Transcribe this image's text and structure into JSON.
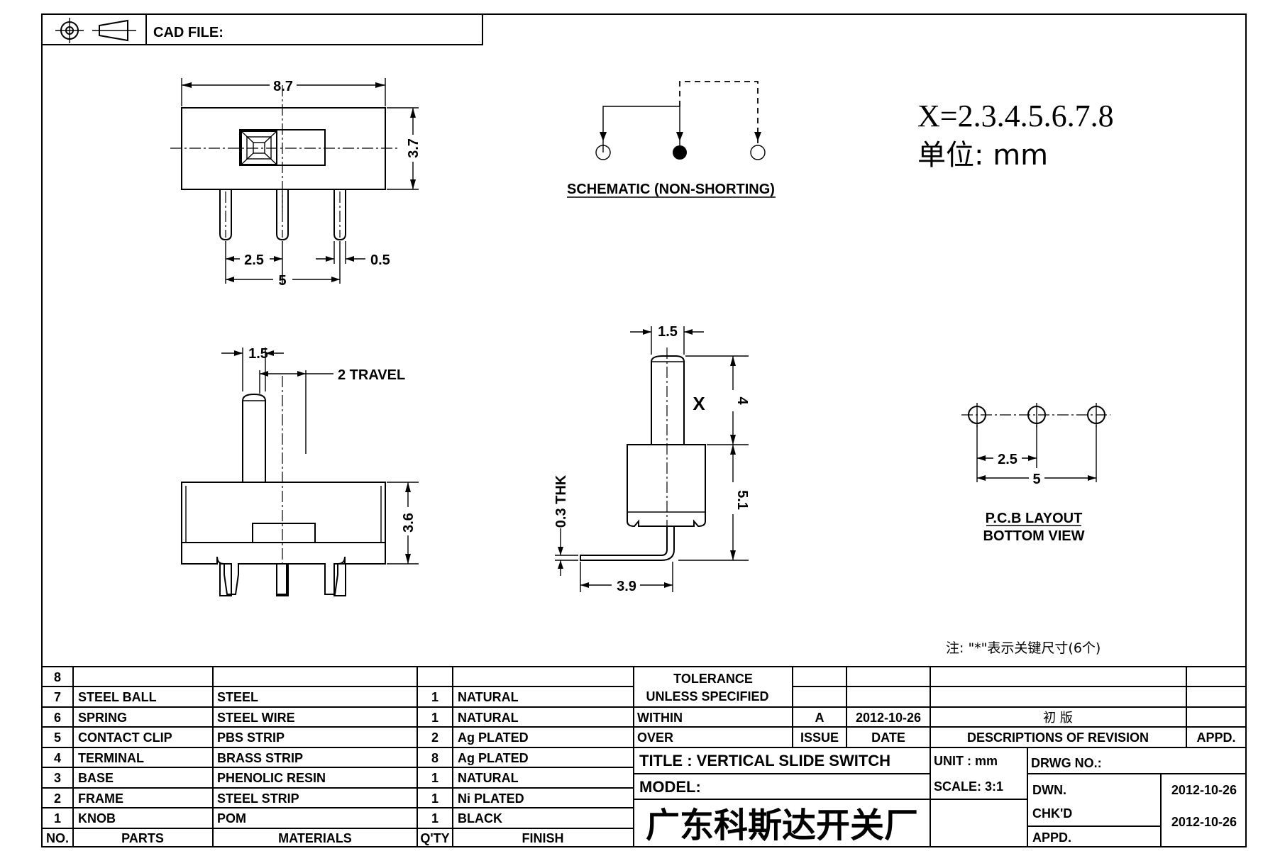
{
  "header": {
    "cad_file_label": "CAD FILE:"
  },
  "front_view": {
    "dim_width": "8.7",
    "dim_height": "3.7",
    "dim_pitch": "2.5",
    "dim_pin": "0.5",
    "dim_span": "5"
  },
  "schematic": {
    "label": "SCHEMATIC (NON-SHORTING)"
  },
  "note_x": {
    "line1": "X=2.3.4.5.6.7.8",
    "line2": "单位: mm"
  },
  "side_view": {
    "dim_knob": "1.5",
    "travel_label": "2 TRAVEL",
    "dim_height": "3.6"
  },
  "vertical_view": {
    "dim_knob": "1.5",
    "x_label": "X",
    "dim_4": "4",
    "dim_51": "5.1",
    "dim_thk": "0.3 THK",
    "dim_39": "3.9"
  },
  "pcb": {
    "dim_pitch": "2.5",
    "dim_span": "5",
    "label1": "P.C.B LAYOUT",
    "label2": "BOTTOM VIEW"
  },
  "key_note": "注: \"*\"表示关键尺寸(6个)",
  "bom": {
    "rows": [
      {
        "no": "8",
        "part": "",
        "material": "",
        "qty": "",
        "finish": ""
      },
      {
        "no": "7",
        "part": "STEEL BALL",
        "material": "STEEL",
        "qty": "1",
        "finish": "NATURAL"
      },
      {
        "no": "6",
        "part": "SPRING",
        "material": "STEEL WIRE",
        "qty": "1",
        "finish": "NATURAL"
      },
      {
        "no": "5",
        "part": "CONTACT CLIP",
        "material": "PBS STRIP",
        "qty": "2",
        "finish": "Ag PLATED"
      },
      {
        "no": "4",
        "part": "TERMINAL",
        "material": "BRASS STRIP",
        "qty": "8",
        "finish": "Ag PLATED"
      },
      {
        "no": "3",
        "part": "BASE",
        "material": "PHENOLIC RESIN",
        "qty": "1",
        "finish": "NATURAL"
      },
      {
        "no": "2",
        "part": "FRAME",
        "material": "STEEL STRIP",
        "qty": "1",
        "finish": "Ni PLATED"
      },
      {
        "no": "1",
        "part": "KNOB",
        "material": "POM",
        "qty": "1",
        "finish": "BLACK"
      }
    ],
    "headers": {
      "no": "NO.",
      "parts": "PARTS",
      "materials": "MATERIALS",
      "qty": "Q'TY",
      "finish": "FINISH"
    }
  },
  "tolerance": {
    "l1": "TOLERANCE",
    "l2": "UNLESS  SPECIFIED",
    "within": "WITHIN",
    "over": "OVER"
  },
  "revision": {
    "issue_value": "A",
    "date_value": "2012-10-26",
    "desc_value": "初 版",
    "issue_label": "ISSUE",
    "date_label": "DATE",
    "desc_label": "DESCRIPTIONS OF REVISION",
    "appd_label": "APPD."
  },
  "title_block": {
    "title": "TITLE :  VERTICAL SLIDE SWITCH",
    "model": "MODEL:",
    "unit": "UNIT :  mm",
    "scale": "SCALE:  3:1",
    "drwg": "DRWG NO.:",
    "dwn": "DWN.",
    "dwn_date": "2012-10-26",
    "chkd": "CHK'D",
    "chkd_date": "2012-10-26",
    "appd": "APPD.",
    "company": "广东科斯达开关厂"
  }
}
